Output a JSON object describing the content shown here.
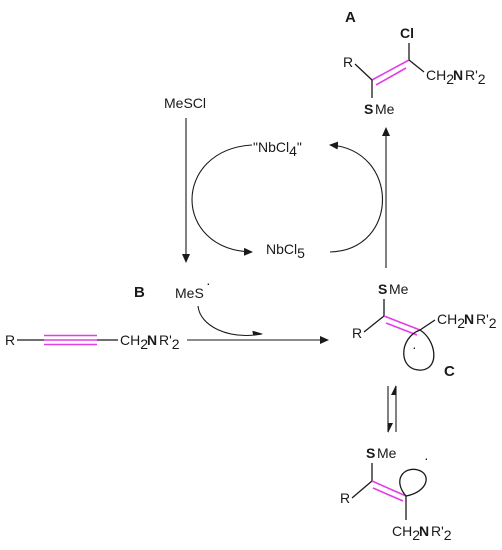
{
  "labels": {
    "A": "A",
    "B": "B",
    "C": "C"
  },
  "reagents": {
    "mescl": "MeSCl",
    "nbcl4_open": "\"NbCl",
    "nbcl4_sub": "4",
    "nbcl4_close": "\"",
    "nbcl5": "NbCl",
    "nbcl5_sub": "5",
    "mes_radical": "MeS",
    "radical_dot": "·"
  },
  "compound_A": {
    "cl": "Cl",
    "r": "R",
    "s": "S",
    "me": "Me",
    "ch2": "CH",
    "ch2_sub": "2",
    "n": "N",
    "r2": "R'",
    "r2_sub": "2"
  },
  "alkyne_B": {
    "r": "R",
    "ch2": "CH",
    "ch2_sub": "2",
    "n": "N",
    "r2": "R'",
    "r2_sub": "2"
  },
  "radical_C": {
    "s": "S",
    "me": "Me",
    "r": "R",
    "ch2": "CH",
    "ch2_sub": "2",
    "n": "N",
    "r2": "R'",
    "r2_sub": "2",
    "dot": "·"
  },
  "radical_C_isomer": {
    "s": "S",
    "me": "Me",
    "dot": "·",
    "r": "R",
    "ch2": "CH",
    "ch2_sub": "2",
    "n": "N",
    "r2": "R'",
    "r2_sub": "2"
  },
  "colors": {
    "sulfur": "#2323c8",
    "chlorine": "#2323c8",
    "nitrogen": "#1f8a1f",
    "bond_highlight": "#e23ee6"
  }
}
